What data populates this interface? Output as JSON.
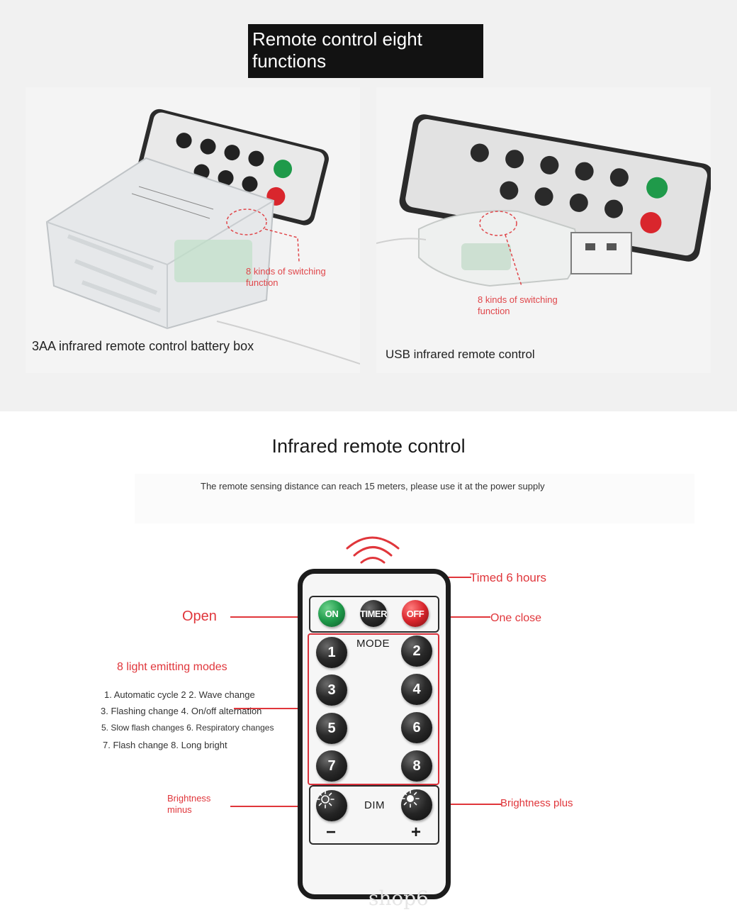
{
  "header": {
    "title": "Remote control eight functions"
  },
  "photos": {
    "left": {
      "caption": "3AA infrared remote control battery box",
      "note": "8 kinds of switching function"
    },
    "right": {
      "caption": "USB infrared remote control",
      "note": "8 kinds of switching function"
    }
  },
  "infrared": {
    "title": "Infrared remote control",
    "distance_note": "The remote sensing distance can reach 15 meters, please use it at the power supply"
  },
  "remote": {
    "buttons": {
      "on": "ON",
      "timer": "TIMER",
      "off": "OFF"
    },
    "mode_label": "MODE",
    "dim_label": "DIM",
    "minus_sign": "−",
    "plus_sign": "+",
    "numbers": [
      "1",
      "2",
      "3",
      "4",
      "5",
      "6",
      "7",
      "8"
    ]
  },
  "callouts": {
    "open": "Open",
    "timed": "Timed 6 hours",
    "one_close": "One close",
    "modes_title": "8 light emitting modes",
    "mode_lines": [
      "1. Automatic cycle 2 2. Wave change",
      "3. Flashing change 4. On/off alternation",
      "5. Slow flash changes 6. Respiratory changes",
      "7. Flash change 8. Long bright"
    ],
    "brightness_minus": "Brightness minus",
    "brightness_plus": "Brightness plus"
  },
  "watermark": "shop6",
  "colors": {
    "accent_red": "#e0363b",
    "badge_bg": "#121212",
    "on_green": "#1f9a4a",
    "off_red": "#d9262d"
  }
}
